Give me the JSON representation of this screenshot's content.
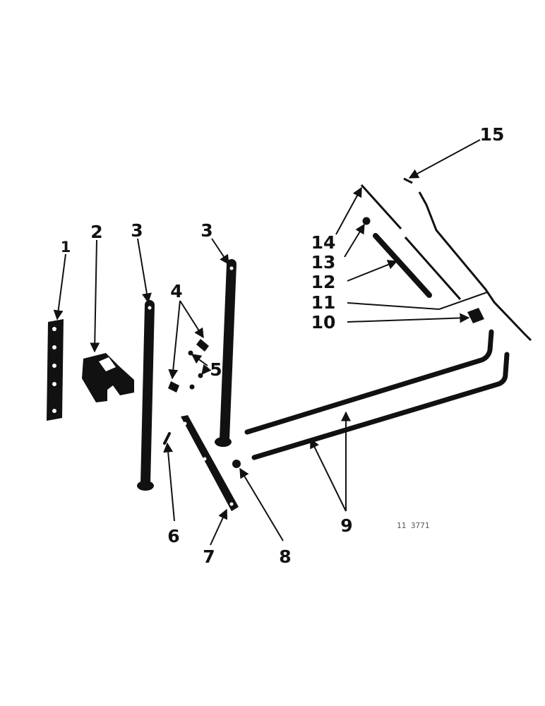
{
  "labels": {
    "l1": "1",
    "l2": "2",
    "l3a": "3",
    "l3b": "3",
    "l4": "4",
    "l5": "5",
    "l6": "6",
    "l7": "7",
    "l8": "8",
    "l9": "9",
    "l10": "10",
    "l11": "11",
    "l12": "12",
    "l13": "13",
    "l14": "14",
    "l15": "15"
  },
  "reference_code": "11 3771",
  "colors": {
    "ink": "#111111",
    "paper": "#ffffff"
  }
}
